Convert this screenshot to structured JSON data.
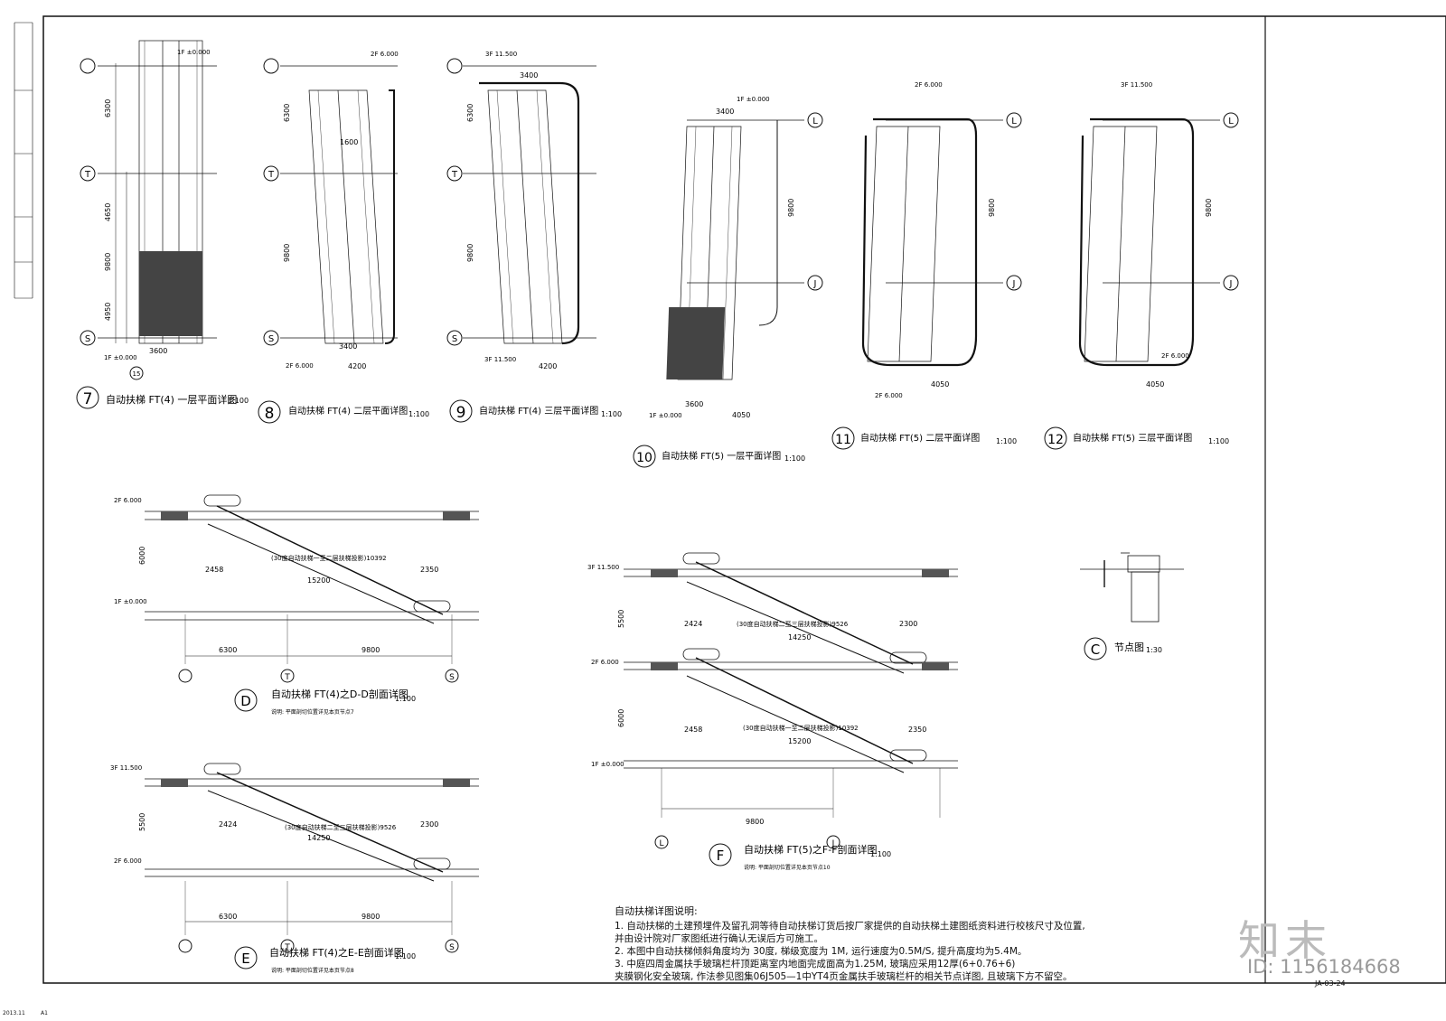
{
  "plans": [
    {
      "id": "7",
      "title": "自动扶梯 FT(4) 一层平面详图",
      "scale": "1:100",
      "floor": "1F ±0.000"
    },
    {
      "id": "8",
      "title": "自动扶梯 FT(4) 二层平面详图",
      "scale": "1:100",
      "floor": "2F 6.000"
    },
    {
      "id": "9",
      "title": "自动扶梯 FT(4) 三层平面详图",
      "scale": "1:100",
      "floor": "3F 11.500"
    },
    {
      "id": "10",
      "title": "自动扶梯 FT(5) 一层平面详图",
      "scale": "1:100",
      "floor": "1F ±0.000"
    },
    {
      "id": "11",
      "title": "自动扶梯 FT(5) 二层平面详图",
      "scale": "1:100",
      "floor": "2F 6.000"
    },
    {
      "id": "12",
      "title": "自动扶梯 FT(5) 三层平面详图",
      "scale": "1:100",
      "floor": "3F 11.500"
    }
  ],
  "sections": [
    {
      "id": "D",
      "title": "自动扶梯 FT(4)之D-D剖面详图",
      "scale": "1:100",
      "note": "说明: 平面剖切位置详见本页节点7"
    },
    {
      "id": "E",
      "title": "自动扶梯 FT(4)之E-E剖面详图",
      "scale": "1:100",
      "note": "说明: 平面剖切位置详见本页节点8"
    },
    {
      "id": "F",
      "title": "自动扶梯 FT(5)之F-F剖面详图",
      "scale": "1:100",
      "note": "说明: 平面剖切位置详见本页节点10"
    },
    {
      "id": "C",
      "title": "节点图",
      "scale": "1:30",
      "note": ""
    }
  ],
  "grid_labels": [
    "T",
    "S",
    "L",
    "J",
    "15"
  ],
  "levels": {
    "f1": "1F ±0.000",
    "f2": "2F 6.000",
    "f3": "3F 11.500"
  },
  "dims": {
    "d6300": "6300",
    "d9800": "9800",
    "d4650": "4650",
    "d4950": "4950",
    "d3400": "3400",
    "d3600": "3600",
    "d4200": "4200",
    "d4050": "4050",
    "d2458": "2458",
    "d2350": "2350",
    "d15200": "15200",
    "d2424": "2424",
    "d2300": "2300",
    "d14250": "14250",
    "d6000": "6000",
    "d5500": "5500",
    "d10392": "(30度自动扶梯一至二层扶梯投影)10392",
    "d9526": "(30度自动扶梯二至三层扶梯投影)9526",
    "d1600": "1600",
    "d30": "30°"
  },
  "notes": {
    "title": "自动扶梯详图说明:",
    "items": [
      "1. 自动扶梯的土建预埋件及留孔洞等待自动扶梯订货后按厂家提供的自动扶梯土建图纸资料进行校核尺寸及位置,",
      "    并由设计院对厂家图纸进行确认无误后方可施工。",
      "2. 本图中自动扶梯倾斜角度均为 30度, 梯级宽度为 1M, 运行速度为0.5M/S, 提升高度均为5.4M。",
      "3. 中庭四周金属扶手玻璃栏杆顶距离室内地面完成面高为1.25M, 玻璃应采用12厚(6+0.76+6)",
      "    夹膜钢化安全玻璃, 作法参见图集06J505—1中YT4页金属扶手玻璃栏杆的相关节点详图, 且玻璃下方不留空。"
    ]
  },
  "footer": {
    "sheet_code": "JA-03-24",
    "date": "2013.11",
    "paper": "A1",
    "wm_logo": "知末",
    "wm_id": "ID: 1156184668"
  }
}
